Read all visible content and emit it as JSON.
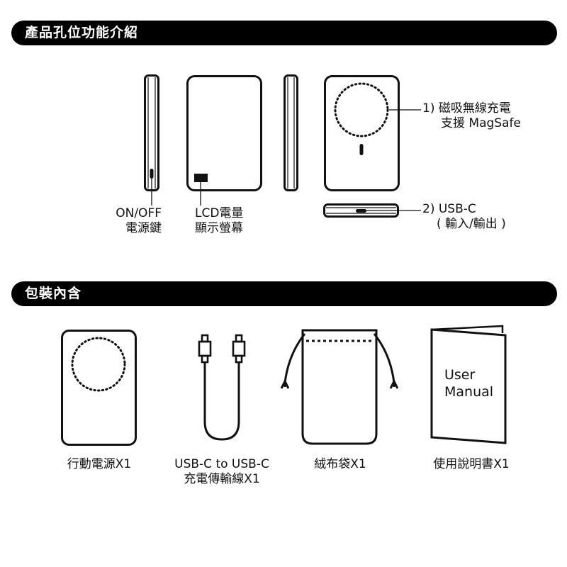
{
  "sections": {
    "features": {
      "title": "產品孔位功能介紹",
      "labels": {
        "power_line1": "ON/OFF",
        "power_line2": "電源鍵",
        "lcd_line1": "LCD電量",
        "lcd_line2": "顯示螢幕",
        "magsafe_line1": "1) 磁吸無線充電",
        "magsafe_line2": "支援 MagSafe",
        "usbc_line1": "2) USB-C",
        "usbc_line2": "( 輸入/輸出 )"
      }
    },
    "package": {
      "title": "包裝內含",
      "items": [
        {
          "icon": "power-bank-icon",
          "label_line1": "行動電源X1",
          "label_line2": ""
        },
        {
          "icon": "usb-c-cable-icon",
          "label_line1": "USB-C to USB-C",
          "label_line2": "充電傳輸線X1"
        },
        {
          "icon": "pouch-icon",
          "label_line1": "絨布袋X1",
          "label_line2": ""
        },
        {
          "icon": "user-manual-icon",
          "label_line1": "使用說明書X1",
          "label_line2": ""
        }
      ],
      "manual_cover_line1": "User",
      "manual_cover_line2": "Manual"
    }
  },
  "colors": {
    "bar": "#000000",
    "bar_text": "#ffffff",
    "line": "#111111",
    "background": "#ffffff"
  }
}
